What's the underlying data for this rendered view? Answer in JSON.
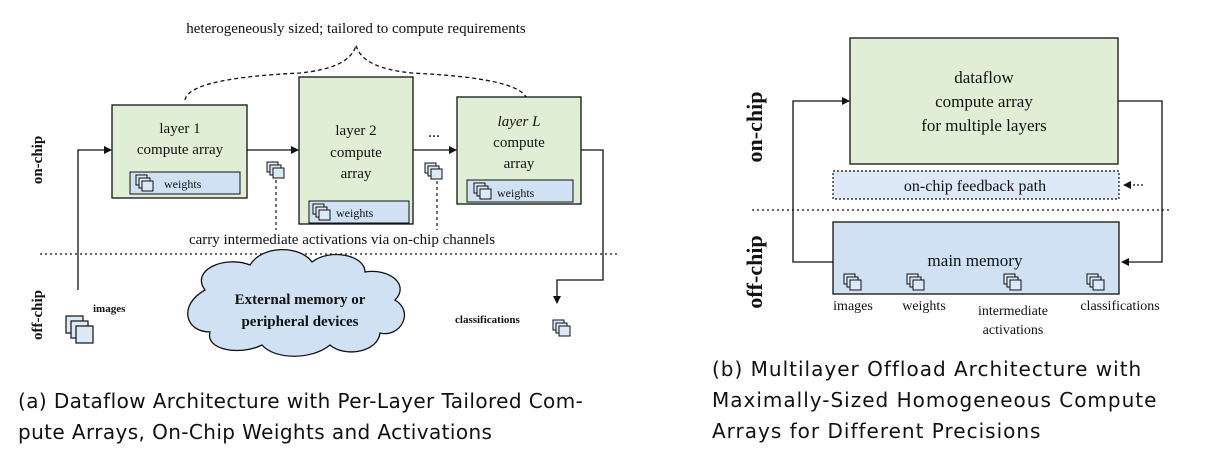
{
  "panel_a": {
    "top_note": "heterogeneously sized; tailored to compute requirements",
    "on_chip_label": "on-chip",
    "off_chip_label": "off-chip",
    "layer1": {
      "line1": "layer 1",
      "line2": "compute array",
      "weights": "weights"
    },
    "layer2": {
      "line1": "layer 2",
      "line2": "compute",
      "line3": "array",
      "weights": "weights"
    },
    "layerL": {
      "line1": "layer L",
      "line2": "compute",
      "line3": "array",
      "weights": "weights"
    },
    "ellipsis": "...",
    "channels_note": "carry intermediate activations via on-chip channels",
    "images_label": "images",
    "cloud_line1": "External memory or",
    "cloud_line2": "peripheral devices",
    "classifications_label": "classifications",
    "caption_line1": "(a) Dataflow Architecture with Per-Layer Tailored Com-",
    "caption_line2": "pute Arrays, On-Chip Weights and Activations"
  },
  "panel_b": {
    "on_chip_label": "on-chip",
    "off_chip_label": "off-chip",
    "dataflow_line1": "dataflow",
    "dataflow_line2": "compute array",
    "dataflow_line3": "for multiple layers",
    "feedback_label": "on-chip feedback path",
    "memory_label": "main memory",
    "mem_images": "images",
    "mem_weights": "weights",
    "mem_inter1": "intermediate",
    "mem_inter2": "activations",
    "mem_classifications": "classifications",
    "caption_line1": "(b) Multilayer Offload Architecture with",
    "caption_line2": "Maximally-Sized Homogeneous Compute",
    "caption_line3": "Arrays for Different Precisions"
  },
  "colors": {
    "layer_fill": "#dfeed5",
    "blue_fill": "#d0e1f4",
    "feedback_fill": "#dde9f6"
  }
}
